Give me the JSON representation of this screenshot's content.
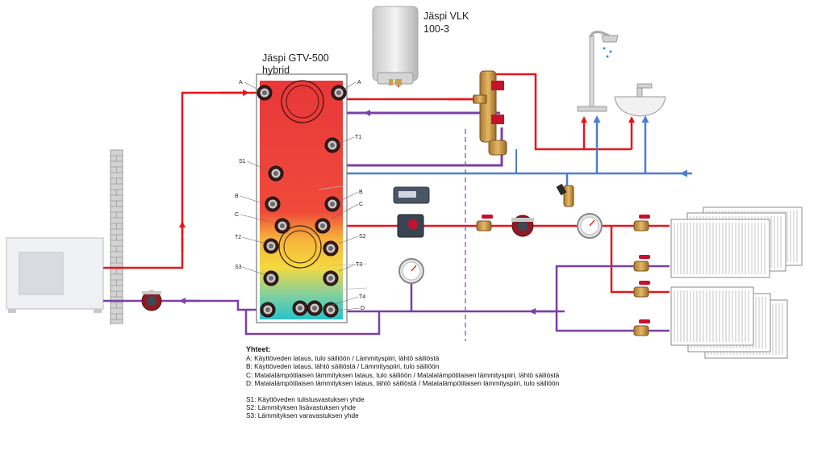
{
  "colors": {
    "hot_pipe": "#e8141b",
    "cold_pipe": "#4a7fcf",
    "return_pipe": "#7b3fa8",
    "tank_top": "#e8383a",
    "tank_mid": "#f6d23e",
    "tank_bottom": "#33c3b8"
  },
  "tank": {
    "title_line1": "Jäspi GTV-500",
    "title_line2": "hybrid",
    "ports": {
      "a_left": "A",
      "a_right": "A",
      "t1": "T1",
      "s1": "S1",
      "b_left": "B",
      "b_right": "B",
      "c_left": "C",
      "c_right": "C",
      "t2": "T2",
      "s2": "S2",
      "t3": "T3",
      "s3": "S3",
      "t4": "T4",
      "d": "D"
    }
  },
  "heater": {
    "title_line1": "Jäspi VLK",
    "title_line2": "100-3"
  },
  "legend": {
    "title": "Yhteet:",
    "lines": [
      "A: Käyttöveden lataus, tulo säiliöön / Lämmityspiiri, lähtö säiliöstä",
      "B: Käyttöveden lataus, lähtö säiliöstä / Lämmityspiiri, tulo säiliöön",
      "C: Matalalämpötilaisen lämmityksen lataus, tulo säiliöön / Matalalämpötilaisen lämmityspiiri, lähtö säiliöstä",
      "D: Matalalämpötilaisen lämmityksen lataus, lähtö säiliöstä / Matalalämpötilaisen lämmityspiiri, tulo säiliöön"
    ],
    "lines2": [
      "S1: Käyttöveden tulistusvastuksen yhde",
      "S2: Lämmityksen lisävastuksen yhde",
      "S3: Lämmityksen varavastuksen yhde"
    ]
  }
}
